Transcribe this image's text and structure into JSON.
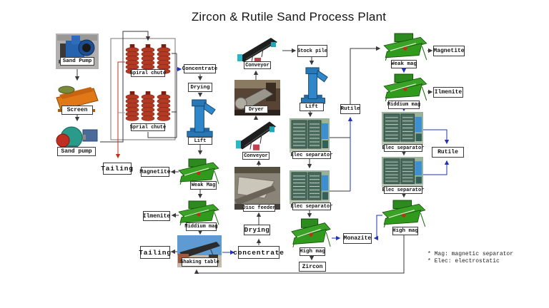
{
  "title": "Zircon & Rutile Sand Process Plant",
  "nodes": {
    "sand_pump_top": {
      "label": "Sand Pump"
    },
    "screen": {
      "label": "Screen"
    },
    "sand_pump_bottom": {
      "label": "Sand pump"
    },
    "spiral_chute_1": {
      "label": "Spiral chute"
    },
    "spiral_chute_2": {
      "label": "Sprial chute"
    },
    "tailing_left": {
      "label": "Tailing"
    },
    "concentrate_top": {
      "label": "Concentrate"
    },
    "drying_top": {
      "label": "Drying"
    },
    "lift_left": {
      "label": "Lift"
    },
    "weak_mag_left": {
      "label": "Weak Mag"
    },
    "magnetite_left": {
      "label": "Magnetite"
    },
    "middium_mag_left": {
      "label": "Middium mag"
    },
    "ilmenite_left": {
      "label": "Ilmenite"
    },
    "shaking_table": {
      "label": "Shaking table"
    },
    "tailing_bottom": {
      "label": "Tailing"
    },
    "concentrate_bottom": {
      "label": "concentrate"
    },
    "drying_middle": {
      "label": "Drying"
    },
    "disc_feeder": {
      "label": "Disc feeder"
    },
    "conveyor_lower": {
      "label": "Conveyor"
    },
    "dryer": {
      "label": "Dryer"
    },
    "conveyor_upper": {
      "label": "Conveyor"
    },
    "stock_pile": {
      "label": "Stock pile"
    },
    "lift_middle": {
      "label": "Lift"
    },
    "elec_separator_m1": {
      "label": "Elec separator"
    },
    "elec_separator_m2": {
      "label": "Elec separator"
    },
    "rutile_middle": {
      "label": "Rutile"
    },
    "high_mag_middle": {
      "label": "High mag"
    },
    "zircon": {
      "label": "Zircon"
    },
    "monazite": {
      "label": "Monazite"
    },
    "weak_mag_right": {
      "label": "Weak mag"
    },
    "magnetite_right": {
      "label": "Magnetite"
    },
    "middium_mag_right": {
      "label": "Middium mag"
    },
    "ilmenite_right": {
      "label": "Ilmenite"
    },
    "elec_separator_r1": {
      "label": "Elec separator"
    },
    "elec_separator_r2": {
      "label": "Elec separator"
    },
    "rutile_right": {
      "label": "Rutile"
    },
    "high_mag_right": {
      "label": "High mag"
    }
  },
  "notes": {
    "line1": "* Mag: magnetic separator",
    "line2": "* Elec: electrostatic"
  },
  "colors": {
    "line": "#3a3a3a",
    "accent_red": "#c23218",
    "accent_blue": "#2233bb",
    "label_border": "#3a3a3a"
  }
}
